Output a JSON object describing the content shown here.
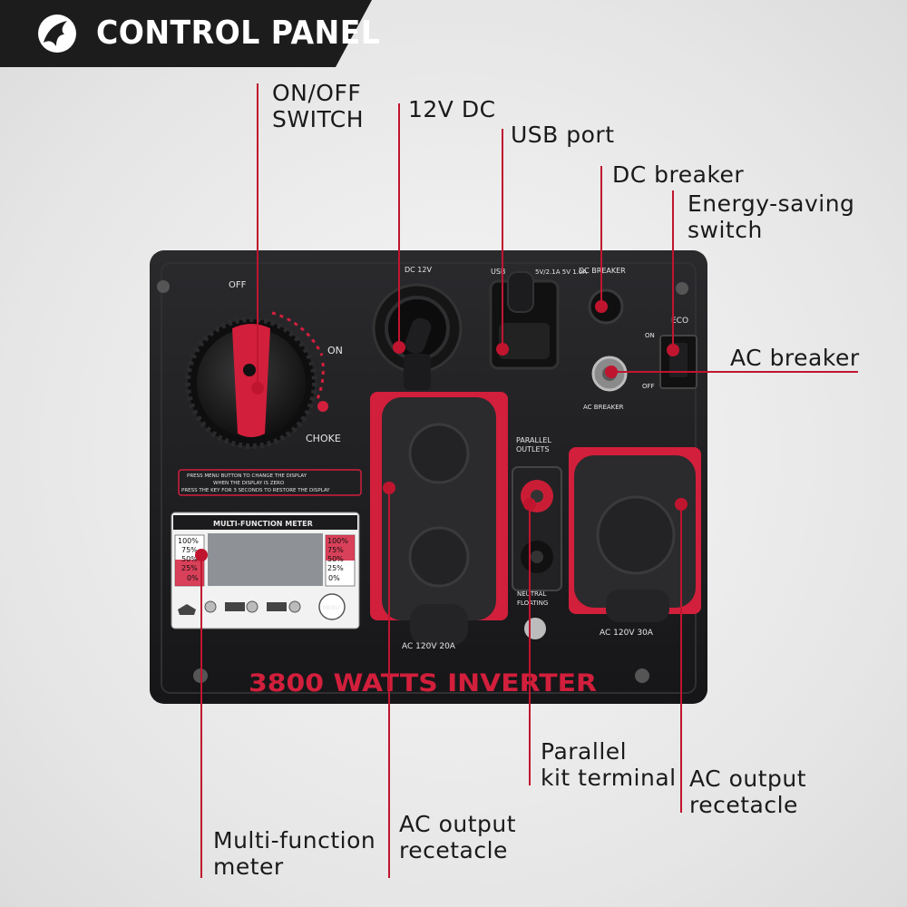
{
  "header": {
    "title": "CONTROL PANEL"
  },
  "callouts": {
    "on_off_line1": "ON/OFF",
    "on_off_line2": "SWITCH",
    "dc12v": "12V DC",
    "usb": "USB port",
    "dc_breaker": "DC breaker",
    "energy_line1": "Energy-saving",
    "energy_line2": "switch",
    "ac_breaker": "AC breaker",
    "parallel_line1": "Parallel",
    "parallel_line2": "kit terminal",
    "ac_out_right_line1": "AC output",
    "ac_out_right_line2": "recetacle",
    "ac_out_left_line1": "AC output",
    "ac_out_left_line2": "recetacle",
    "meter_line1": "Multi-function",
    "meter_line2": "meter"
  },
  "panel": {
    "model_text": "3800 WATTS INVERTER",
    "choke_switch": {
      "off": "OFF",
      "on": "ON",
      "choke": "CHOKE"
    },
    "dc_label": "DC 12V",
    "usb_label": "USB",
    "usb_spec": "5V/2.1A 5V 1.0A",
    "dc_breaker_label": "DC BREAKER",
    "ac_breaker_label": "AC BREAKER",
    "eco_label": "ECO",
    "eco_on": "ON",
    "eco_off": "OFF",
    "parallel_outlets_line1": "PARALLEL",
    "parallel_outlets_line2": "OUTLETS",
    "neutral_line1": "NEUTRAL",
    "neutral_line2": "FLOATING",
    "ac_20a_label": "AC 120V 20A",
    "ac_30a_label": "AC 120V 30A",
    "menu_hint_line1": "PRESS MENU BUTTON TO CHANGE THE DISPLAY",
    "menu_hint_line2": "WHEN THE DISPLAY IS ZERO",
    "menu_hint_line3": "PRESS THE KEY FOR 3 SECONDS TO RESTORE THE DISPLAY",
    "meter": {
      "title": "MULTI-FUNCTION METER",
      "left_levels": [
        "100%",
        "75%",
        "50%",
        "25%",
        "0%"
      ],
      "right_levels": [
        "100%",
        "75%",
        "50%",
        "25%",
        "0%"
      ],
      "menu_button": "MENU"
    }
  },
  "colors": {
    "accent_red": "#d21f3c",
    "panel_black": "#1b1b1d",
    "banner": "#1c1c1c"
  }
}
